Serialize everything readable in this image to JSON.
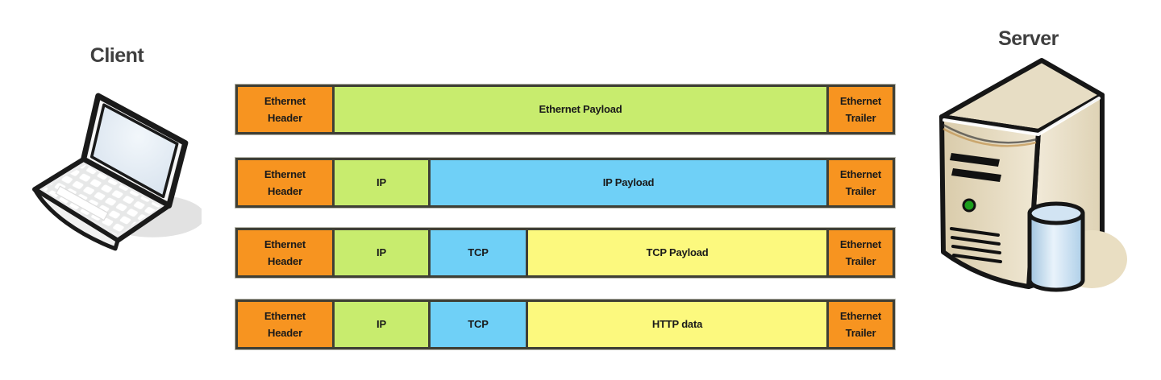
{
  "client": {
    "label": "Client"
  },
  "server": {
    "label": "Server"
  },
  "icons": {
    "client": "laptop-icon",
    "server": "server-tower-icon",
    "server_extra": "database-cylinder-icon"
  },
  "colors": {
    "orange": "#F79420",
    "green": "#C8EC6E",
    "blue": "#6FD0F7",
    "yellow": "#FCF97E",
    "border": "#3F3F35",
    "label_text": "#3F3F3F",
    "segment_text": "#1A1A1A"
  },
  "rows": [
    {
      "name": "ethernet-frame",
      "segments": [
        {
          "line1": "Ethernet",
          "line2": "Header"
        },
        {
          "label": "Ethernet Payload"
        },
        {
          "line1": "Ethernet",
          "line2": "Trailer"
        }
      ]
    },
    {
      "name": "ip-packet",
      "segments": [
        {
          "line1": "Ethernet",
          "line2": "Header"
        },
        {
          "label": "IP"
        },
        {
          "label": "IP Payload"
        },
        {
          "line1": "Ethernet",
          "line2": "Trailer"
        }
      ]
    },
    {
      "name": "tcp-segment",
      "segments": [
        {
          "line1": "Ethernet",
          "line2": "Header"
        },
        {
          "label": "IP"
        },
        {
          "label": "TCP"
        },
        {
          "label": "TCP Payload"
        },
        {
          "line1": "Ethernet",
          "line2": "Trailer"
        }
      ]
    },
    {
      "name": "http-message",
      "segments": [
        {
          "line1": "Ethernet",
          "line2": "Header"
        },
        {
          "label": "IP"
        },
        {
          "label": "TCP"
        },
        {
          "label": "HTTP data"
        },
        {
          "line1": "Ethernet",
          "line2": "Trailer"
        }
      ]
    }
  ]
}
